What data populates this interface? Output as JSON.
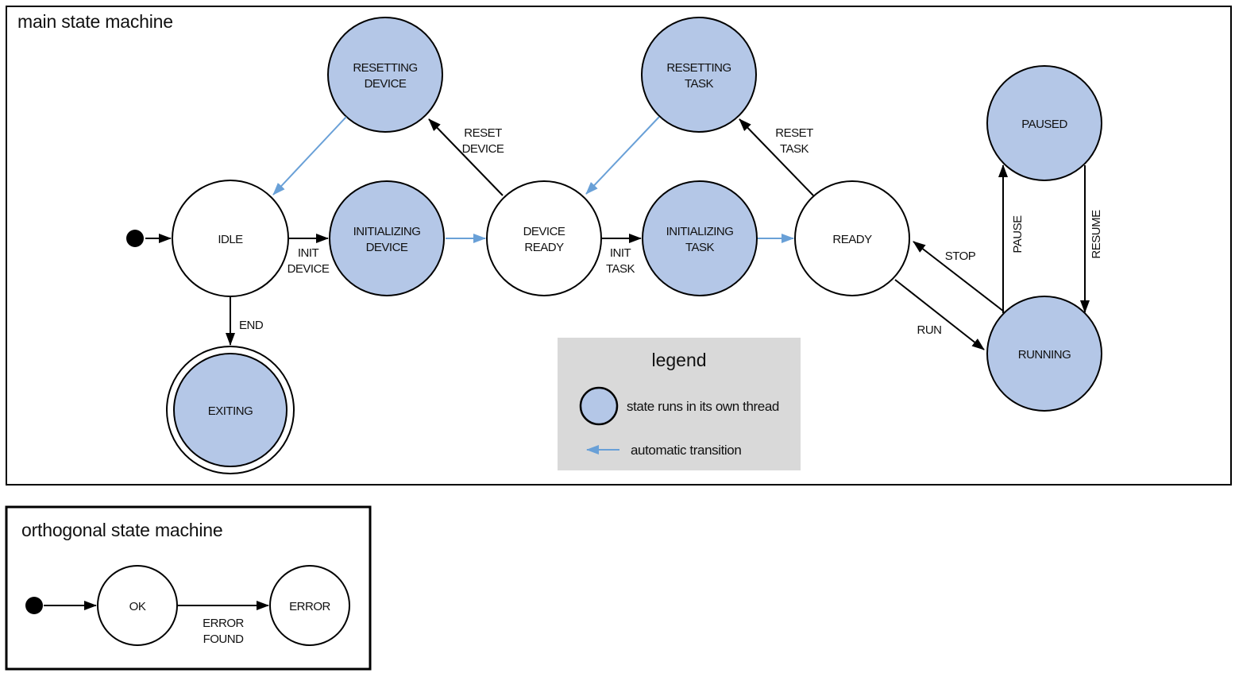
{
  "colors": {
    "threaded_state_fill": "#b4c7e7",
    "automatic_transition": "#69a0d7",
    "legend_background": "#d9d9d9",
    "state_stroke": "#000000"
  },
  "main_machine": {
    "title": "main state machine",
    "states": {
      "idle": {
        "label": "IDLE"
      },
      "resetting_device": {
        "line1": "RESETTING",
        "line2": "DEVICE"
      },
      "initializing_device": {
        "line1": "INITIALIZING",
        "line2": "DEVICE"
      },
      "device_ready": {
        "line1": "DEVICE",
        "line2": "READY"
      },
      "resetting_task": {
        "line1": "RESETTING",
        "line2": "TASK"
      },
      "initializing_task": {
        "line1": "INITIALIZING",
        "line2": "TASK"
      },
      "ready": {
        "label": "READY"
      },
      "paused": {
        "label": "PAUSED"
      },
      "running": {
        "label": "RUNNING"
      },
      "exiting": {
        "label": "EXITING"
      }
    },
    "transitions": {
      "init_device": {
        "line1": "INIT",
        "line2": "DEVICE"
      },
      "reset_device": {
        "line1": "RESET",
        "line2": "DEVICE"
      },
      "init_task": {
        "line1": "INIT",
        "line2": "TASK"
      },
      "reset_task": {
        "line1": "RESET",
        "line2": "TASK"
      },
      "run": {
        "label": "RUN"
      },
      "stop": {
        "label": "STOP"
      },
      "pause": {
        "label": "PAUSE"
      },
      "resume": {
        "label": "RESUME"
      },
      "end": {
        "label": "END"
      }
    }
  },
  "legend": {
    "title": "legend",
    "threaded_state_label": "state runs in its own thread",
    "automatic_transition_label": "automatic transition"
  },
  "orthogonal_machine": {
    "title": "orthogonal state machine",
    "states": {
      "ok": {
        "label": "OK"
      },
      "error": {
        "label": "ERROR"
      }
    },
    "transitions": {
      "error_found": {
        "line1": "ERROR",
        "line2": "FOUND"
      }
    }
  }
}
